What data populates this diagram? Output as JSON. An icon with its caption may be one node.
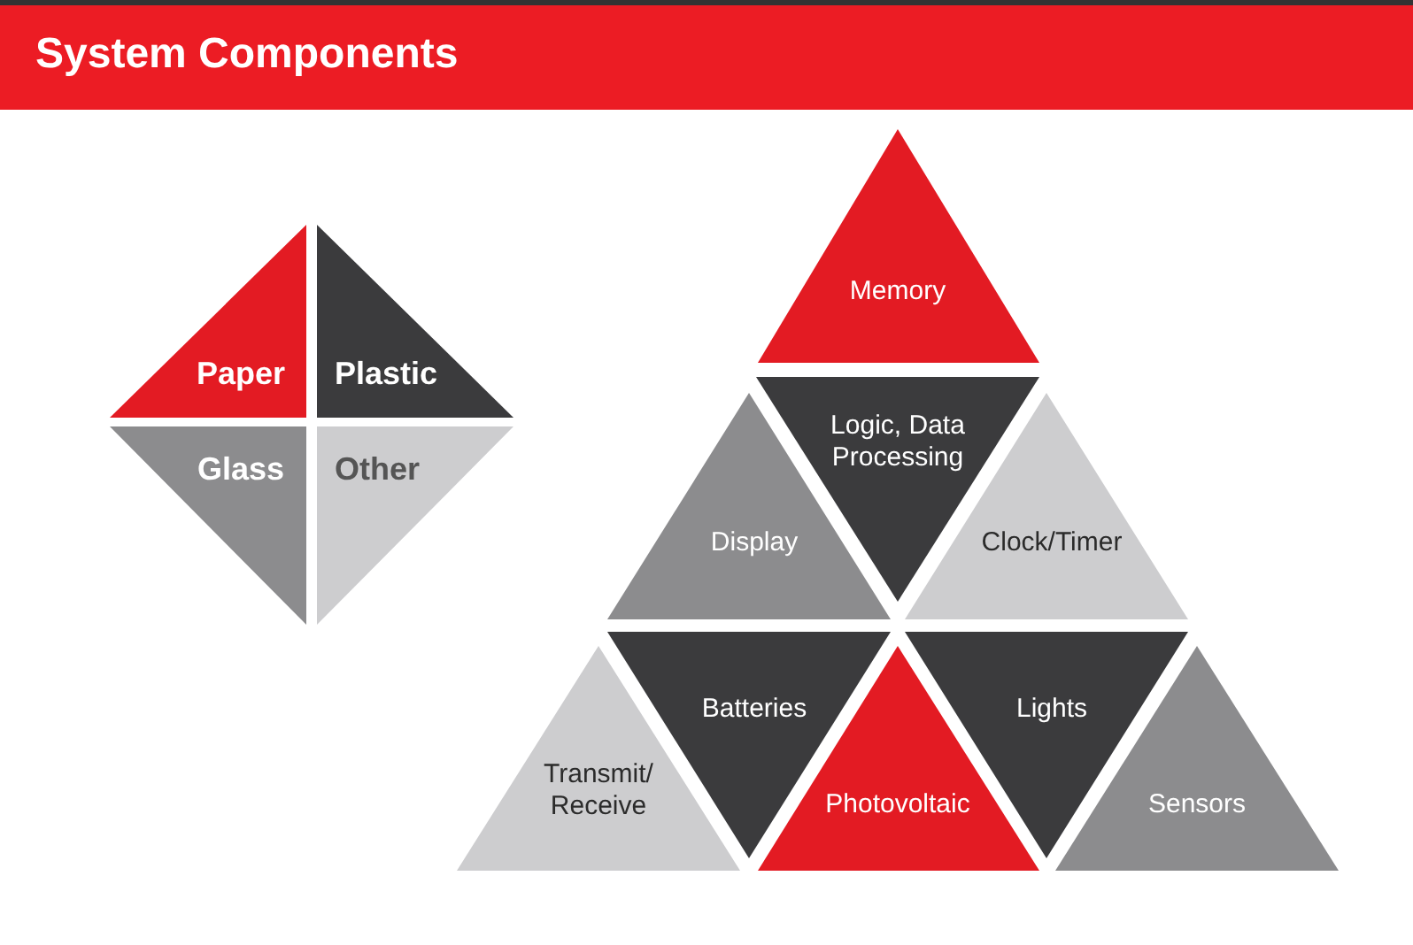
{
  "diagram": {
    "title": "System Components",
    "nodes": [
      {
        "text": [
          "Paper"
        ]
      },
      {
        "text": [
          "Plastic"
        ]
      },
      {
        "text": [
          "Glass"
        ]
      },
      {
        "text": [
          "Other"
        ]
      },
      {
        "text": [
          "Memory"
        ]
      },
      {
        "text": [
          "Display"
        ]
      },
      {
        "text": [
          "Logic, Data Processing"
        ]
      },
      {
        "text": [
          "Clock/Timer"
        ]
      },
      {
        "text": [
          "Transmit/ Receive"
        ]
      },
      {
        "text": [
          "Batteries"
        ]
      },
      {
        "text": [
          "Photovoltaic"
        ]
      },
      {
        "text": [
          "Lights"
        ]
      },
      {
        "text": [
          "Sensors"
        ]
      }
    ]
  }
}
